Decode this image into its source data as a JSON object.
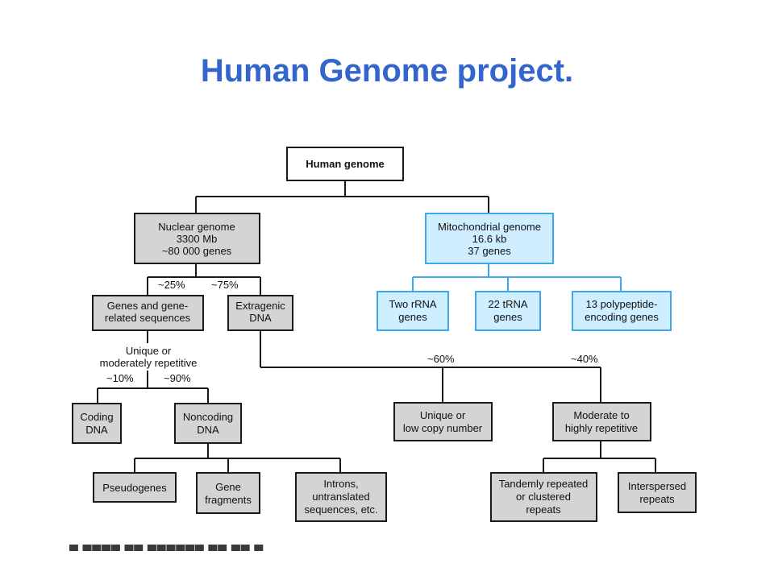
{
  "title": "Human Genome project.",
  "diagram": {
    "root": "Human genome",
    "nuclear": [
      "Nuclear genome",
      "3300 Mb",
      "~80 000 genes"
    ],
    "mito": [
      "Mitochondrial genome",
      "16.6 kb",
      "37 genes"
    ],
    "pct_25": "~25%",
    "pct_75": "~75%",
    "genes_related": [
      "Genes and gene-",
      "related sequences"
    ],
    "extragenic": [
      "Extragenic",
      "DNA"
    ],
    "two_rrna": [
      "Two rRNA",
      "genes"
    ],
    "tRNA": [
      "22 tRNA",
      "genes"
    ],
    "polypeptide": [
      "13 polypeptide-",
      "encoding genes"
    ],
    "unique_label": [
      "Unique or",
      "moderately repetitive"
    ],
    "pct_10": "~10%",
    "pct_90": "~90%",
    "pct_60": "~60%",
    "pct_40": "~40%",
    "coding": [
      "Coding",
      "DNA"
    ],
    "noncoding": [
      "Noncoding",
      "DNA"
    ],
    "unique_low": [
      "Unique or",
      "low copy number"
    ],
    "moderate_high": [
      "Moderate to",
      "highly repetitive"
    ],
    "pseudogenes": "Pseudogenes",
    "gene_fragments": [
      "Gene",
      "fragments"
    ],
    "introns": [
      "Introns,",
      "untranslated",
      "sequences, etc."
    ],
    "tandem": [
      "Tandemly repeated",
      "or clustered",
      "repeats"
    ],
    "interspersed": [
      "Interspersed",
      "repeats"
    ]
  }
}
